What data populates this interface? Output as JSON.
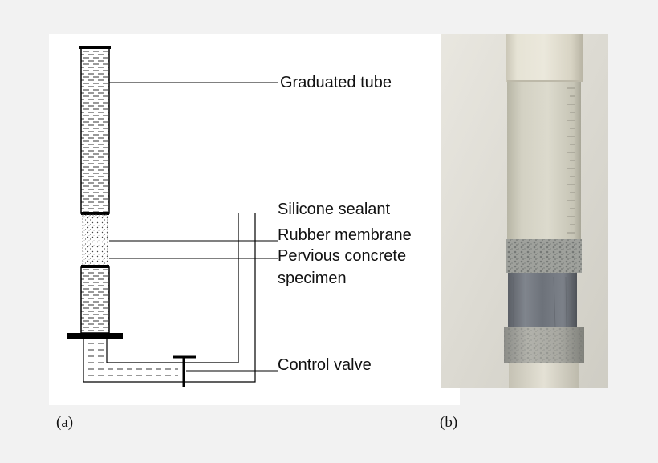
{
  "panel_a": {
    "caption": "(a)",
    "labels": {
      "graduated_tube": "Graduated tube",
      "silicone_sealant": "Silicone sealant",
      "rubber_membrane": "Rubber membrane",
      "pervious_concrete_line1": "Pervious concrete",
      "pervious_concrete_line2": "specimen",
      "control_valve": "Control valve"
    }
  },
  "panel_b": {
    "caption": "(b)"
  },
  "colors": {
    "line": "#000000",
    "background": "#f2f2f2",
    "panel": "#ffffff"
  }
}
